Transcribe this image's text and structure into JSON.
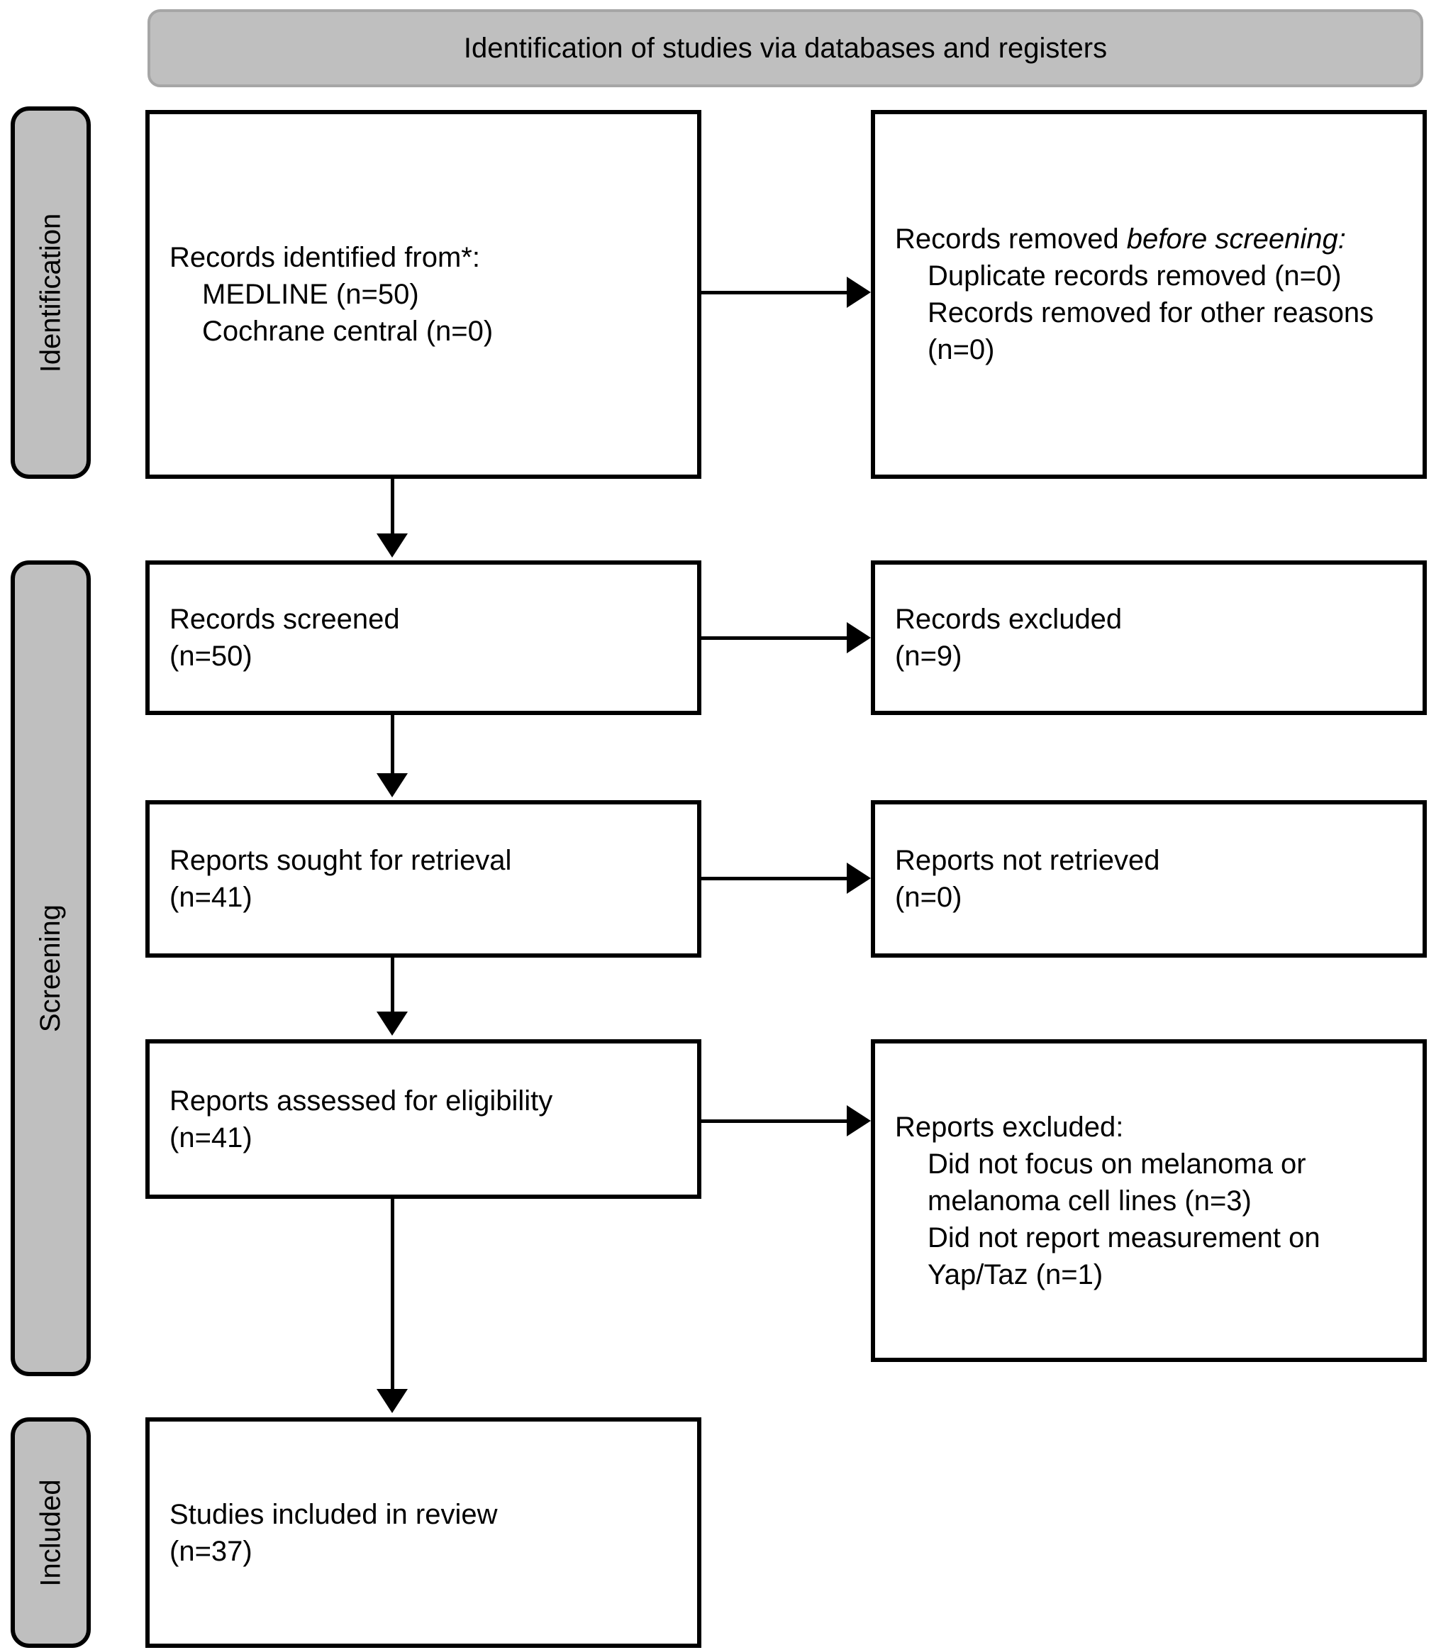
{
  "banner": {
    "title": "Identification of studies via databases and registers"
  },
  "stages": [
    {
      "id": "identification",
      "label": "Identification"
    },
    {
      "id": "screening",
      "label": "Screening"
    },
    {
      "id": "included",
      "label": "Included"
    }
  ],
  "boxes": {
    "identified": {
      "heading": "Records identified from*:",
      "items": [
        "MEDLINE (n=50)",
        "Cochrane central (n=0)"
      ]
    },
    "removed": {
      "heading_plain": "Records removed ",
      "heading_italic": "before screening:",
      "items": [
        "Duplicate records removed (n=0)",
        "Records removed for other reasons (n=0)"
      ]
    },
    "screened": {
      "line1": "Records screened",
      "line2": "(n=50)"
    },
    "excluded_records": {
      "line1": "Records excluded",
      "line2": "(n=9)"
    },
    "sought": {
      "line1": "Reports sought for retrieval",
      "line2": "(n=41)"
    },
    "not_retrieved": {
      "line1": "Reports not retrieved",
      "line2": "(n=0)"
    },
    "assessed": {
      "line1": "Reports assessed for eligibility",
      "line2": "(n=41)"
    },
    "excluded_reports": {
      "heading": "Reports excluded:",
      "items": [
        "Did not focus on melanoma or melanoma cell lines (n=3)",
        "Did not report measurement on Yap/Taz (n=1)"
      ]
    },
    "included": {
      "line1": "Studies included in review",
      "line2": "(n=37)"
    }
  },
  "colors": {
    "stage_fill": "#bfbfbf",
    "banner_fill": "#bfbfbf",
    "banner_border": "#a6a6a6",
    "box_border": "#000000",
    "box_fill": "#ffffff",
    "connector": "#000000"
  }
}
